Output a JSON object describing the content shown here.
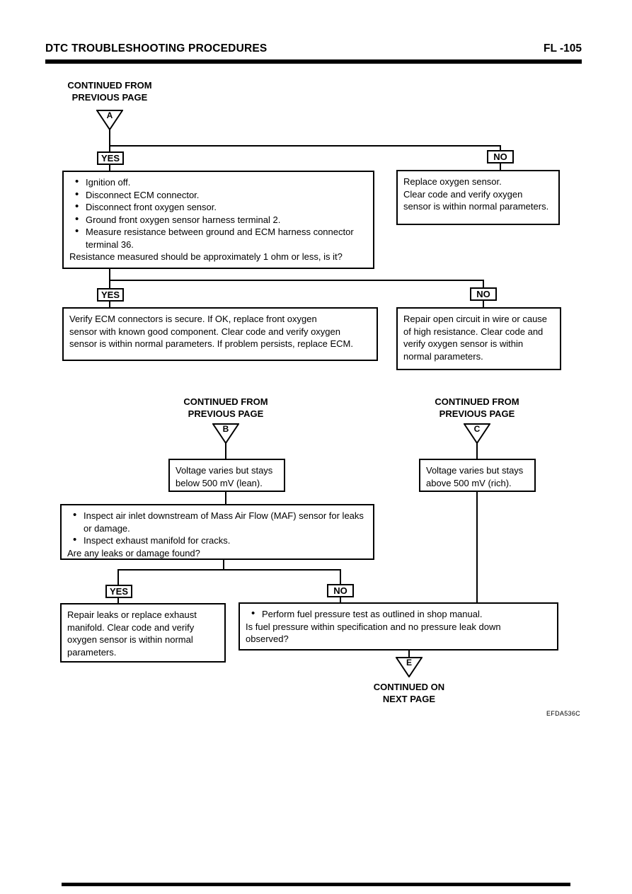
{
  "header": {
    "title": "DTC TROUBLESHOOTING PROCEDURES",
    "page_ref": "FL -105"
  },
  "labels": {
    "continued_from": "CONTINUED FROM",
    "previous_page": "PREVIOUS PAGE",
    "continued_on": "CONTINUED ON",
    "next_page": "NEXT PAGE",
    "yes": "YES",
    "no": "NO"
  },
  "connectors": {
    "a": "A",
    "b": "B",
    "c": "C",
    "e": "E"
  },
  "section_a": {
    "yes1_box": {
      "bullets": [
        "Ignition off.",
        "Disconnect ECM connector.",
        "Disconnect front oxygen sensor.",
        "Ground front oxygen sensor harness terminal 2.",
        "Measure resistance between ground and ECM harness connector terminal 36."
      ],
      "question": "Resistance measured should be approximately 1 ohm or less, is it?"
    },
    "no1_box": {
      "text": "Replace oxygen sensor.\nClear code and verify oxygen\nsensor is within normal parameters."
    },
    "yes2_box": {
      "text": "Verify ECM connectors is secure. If OK, replace front oxygen\nsensor with known good component. Clear code and verify  oxygen\nsensor is within normal parameters. If problem persists, replace ECM."
    },
    "no2_box": {
      "text": "Repair open circuit in wire or cause\nof high resistance. Clear code and\nverify oxygen sensor is within\nnormal parameters."
    }
  },
  "section_b": {
    "entry_box": {
      "text": "Voltage varies but stays\nbelow 500 mV (lean)."
    },
    "inspect_box": {
      "bullets": [
        "Inspect air inlet downstream of Mass Air Flow (MAF) sensor for leaks or damage.",
        "Inspect exhaust manifold for cracks."
      ],
      "question": "Are any leaks or damage found?"
    },
    "yes_box": {
      "text": "Repair leaks or replace exhaust\nmanifold. Clear code and verify\noxygen sensor is within normal\nparameters."
    },
    "no_box": {
      "bullet": "Perform fuel pressure test as outlined in shop manual.",
      "question": "Is fuel pressure within specification and no pressure leak down\nobserved?"
    }
  },
  "section_c": {
    "entry_box": {
      "text": "Voltage varies but stays\nabove 500 mV (rich)."
    }
  },
  "footer": {
    "figure_code": "EFDA536C"
  }
}
